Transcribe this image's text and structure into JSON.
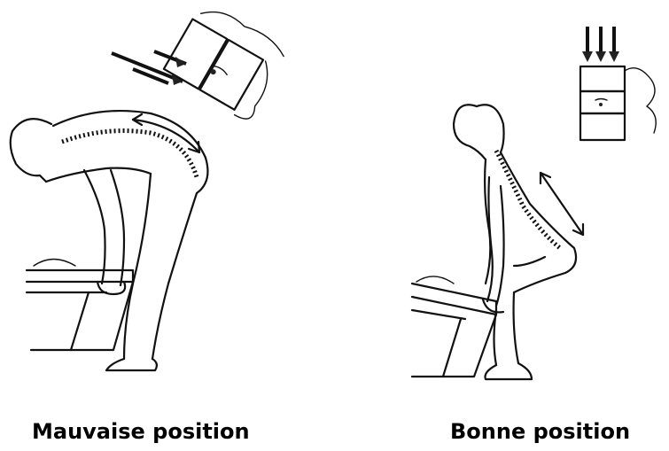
{
  "figures": [
    {
      "id": "bad",
      "caption": "Mauvaise position"
    },
    {
      "id": "good",
      "caption": "Bonne position"
    }
  ],
  "colors": {
    "ink": "#111111",
    "background": "#ffffff"
  },
  "icons": {
    "bad_force_arrows": "oblique-force-arrows-icon",
    "good_force_arrows": "vertical-force-arrows-icon",
    "spine_curve_arrow": "curved-double-arrow-icon",
    "spine_straight_arrow": "straight-double-arrow-icon"
  }
}
